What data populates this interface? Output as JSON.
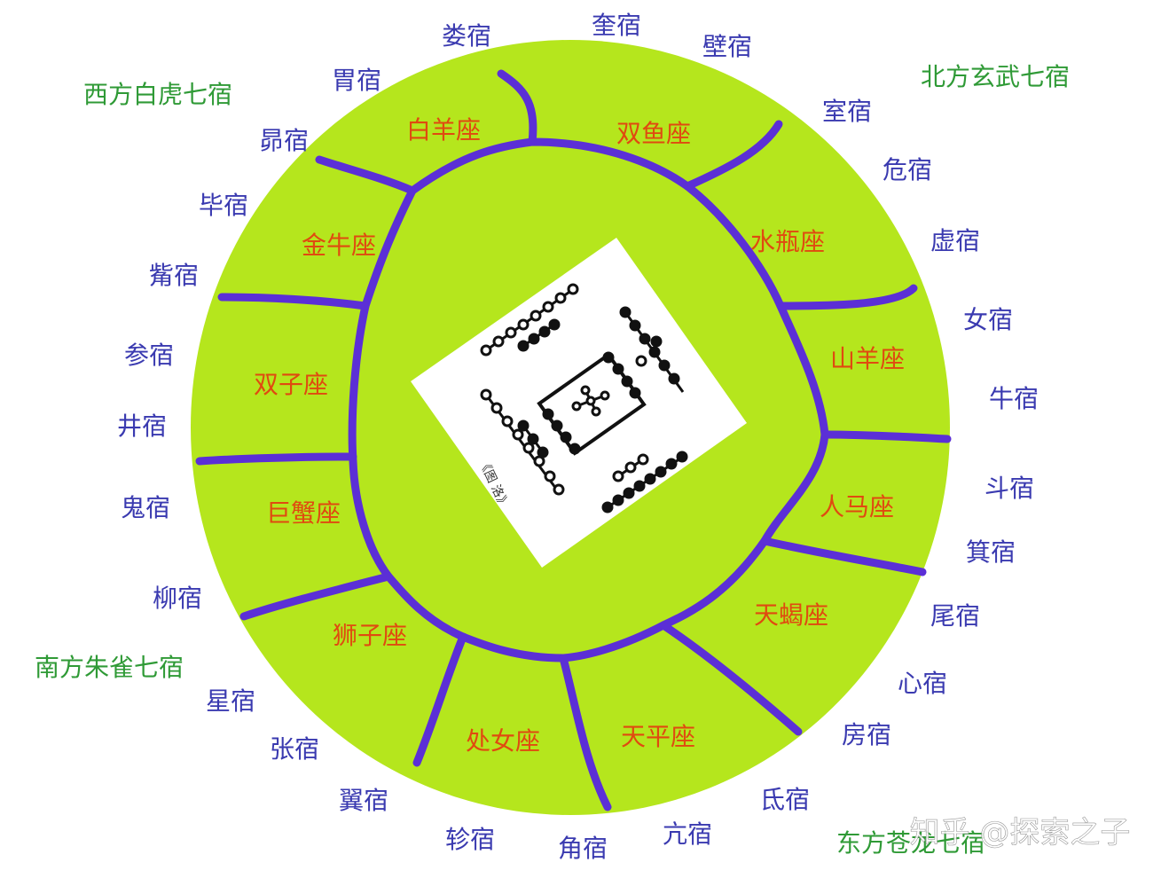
{
  "colors": {
    "ring": "#b5e61d",
    "boundary": "#5b2fd6",
    "mansion_text": "#3a3ab0",
    "zodiac_text": "#e04a10",
    "direction_text": "#2f9a36",
    "center_bg": "#ffffff",
    "watermark": "#ffffff"
  },
  "directions": {
    "west": "西方白虎七宿",
    "north": "北方玄武七宿",
    "south": "南方朱雀七宿",
    "east": "东方苍龙七宿"
  },
  "zodiac": {
    "aries": "白羊座",
    "pisces": "双鱼座",
    "aquarius": "水瓶座",
    "capricorn": "山羊座",
    "sagittarius": "人马座",
    "scorpio": "天蝎座",
    "libra": "天平座",
    "virgo": "处女座",
    "leo": "狮子座",
    "cancer": "巨蟹座",
    "gemini": "双子座",
    "taurus": "金牛座"
  },
  "mansions": {
    "lou": "娄宿",
    "kui": "奎宿",
    "bi_wall": "壁宿",
    "wei_stomach": "胃宿",
    "mao": "昴宿",
    "bi_net": "毕宿",
    "zi": "觜宿",
    "shen": "参宿",
    "jing": "井宿",
    "gui": "鬼宿",
    "liu": "柳宿",
    "xing": "星宿",
    "zhang": "张宿",
    "yi": "翼宿",
    "zhen": "轸宿",
    "jiao": "角宿",
    "kang": "亢宿",
    "di": "氐宿",
    "fang": "房宿",
    "xin": "心宿",
    "wei_tail": "尾宿",
    "ji": "箕宿",
    "dou": "斗宿",
    "niu": "牛宿",
    "nv": "女宿",
    "xu": "虚宿",
    "wei_danger": "危宿",
    "shi": "室宿"
  },
  "center": {
    "caption": "《图 洛》"
  },
  "watermark": "知乎 @探索之子"
}
